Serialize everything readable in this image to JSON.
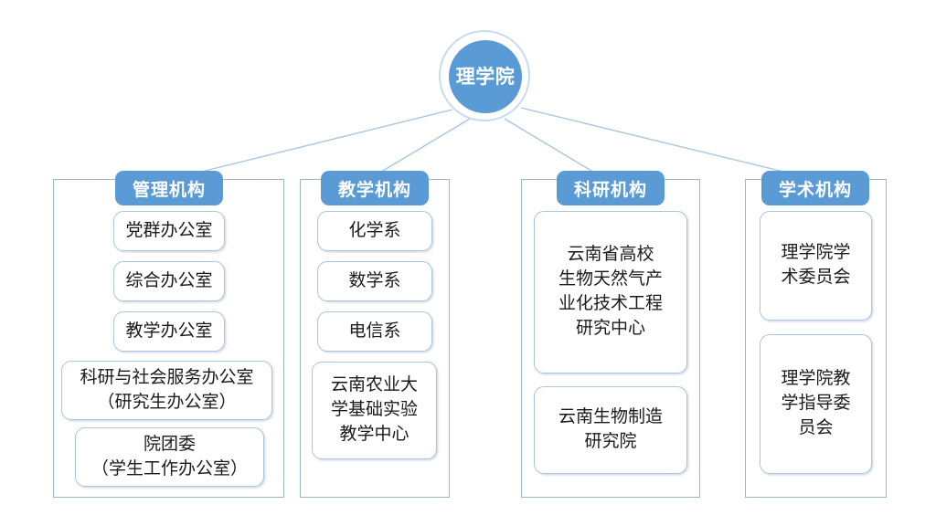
{
  "colors": {
    "accent_blue": "#5B9BD5",
    "container_border": "#9CB6CD",
    "node_border": "#A9C6DE",
    "edge_line": "#A9C6DE",
    "text": "#1A1A1A",
    "header_text": "#FFFFFF",
    "background": "#FFFFFF"
  },
  "root": {
    "label": "理学院"
  },
  "columns": [
    {
      "id": "management",
      "header": "管理机构",
      "items": [
        {
          "label": "党群办公室"
        },
        {
          "label": "综合办公室"
        },
        {
          "label": "教学办公室"
        },
        {
          "label": "科研与社会服务办公室\n（研究生办公室）"
        },
        {
          "label": "院团委\n（学生工作办公室）"
        }
      ]
    },
    {
      "id": "teaching",
      "header": "教学机构",
      "items": [
        {
          "label": "化学系"
        },
        {
          "label": "数学系"
        },
        {
          "label": "电信系"
        },
        {
          "label": "云南农业大\n学基础实验\n教学中心"
        }
      ]
    },
    {
      "id": "research",
      "header": "科研机构",
      "items": [
        {
          "label": "云南省高校\n生物天然气产\n业化技术工程\n研究中心"
        },
        {
          "label": "云南生物制造\n研究院"
        }
      ]
    },
    {
      "id": "academic",
      "header": "学术机构",
      "items": [
        {
          "label": "理学院学\n术委员会"
        },
        {
          "label": "理学院教\n学指导委\n员会"
        }
      ]
    }
  ]
}
